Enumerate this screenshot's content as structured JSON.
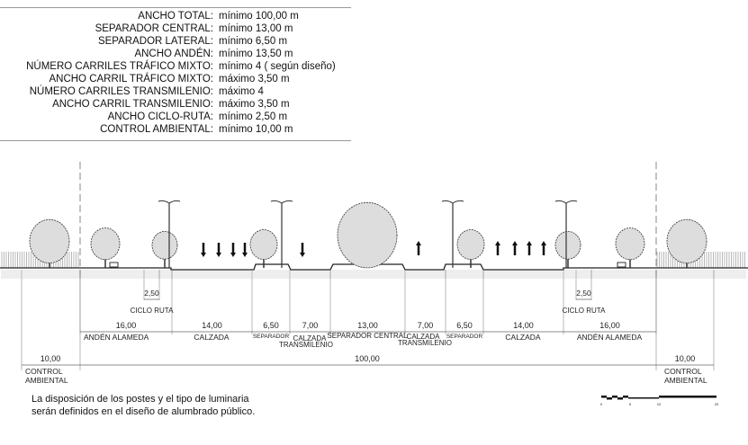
{
  "specs": [
    {
      "label": "ANCHO TOTAL:",
      "value": "mínimo 100,00 m"
    },
    {
      "label": "SEPARADOR CENTRAL:",
      "value": "mínimo 13,00 m"
    },
    {
      "label": "SEPARADOR LATERAL:",
      "value": "mínimo 6,50 m"
    },
    {
      "label": "ANCHO ANDÉN:",
      "value": "mínimo 13,50 m"
    },
    {
      "label": "NÚMERO CARRILES TRÁFICO MIXTO:",
      "value": "mínimo 4 ( según diseño)"
    },
    {
      "label": "ANCHO CARRIL TRÁFICO MIXTO:",
      "value": "máximo 3,50 m"
    },
    {
      "label": "NÚMERO CARRILES TRANSMILENIO:",
      "value": "máximo 4"
    },
    {
      "label": "ANCHO CARRIL TRANSMILENIO:",
      "value": "máximo 3,50 m"
    },
    {
      "label": "ANCHO CICLO-RUTA:",
      "value": "mínimo 2,50 m"
    },
    {
      "label": "CONTROL AMBIENTAL:",
      "value": "mínimo 10,00 m"
    }
  ],
  "section": {
    "segments": [
      {
        "width": "16,00",
        "name": "ANDÉN ALAMEDA"
      },
      {
        "width": "14,00",
        "name": "CALZADA"
      },
      {
        "width": "6,50",
        "name": "SEPARADOR"
      },
      {
        "width": "7,00",
        "name": "CALZADA TRANSMILENIO"
      },
      {
        "width": "13,00",
        "name": "SEPARADOR CENTRAL"
      },
      {
        "width": "7,00",
        "name": "CALZADA TRANSMILENIO"
      },
      {
        "width": "6,50",
        "name": "SEPARADOR"
      },
      {
        "width": "14,00",
        "name": "CALZADA"
      },
      {
        "width": "16,00",
        "name": "ANDÉN ALAMEDA"
      }
    ],
    "ciclo_ruta": {
      "width": "2,50",
      "name": "CICLO RUTA"
    },
    "control": {
      "width": "10,00",
      "name1": "CONTROL",
      "name2": "AMBIENTAL"
    },
    "total": "100,00",
    "name_calzada": "CALZADA",
    "name_transmilenio": "TRANSMILENIO"
  },
  "scale": [
    "0",
    "5",
    "10",
    "20"
  ],
  "note": "La disposición de los postes y el tipo de luminaria serán definidos en el diseño de alumbrado público."
}
